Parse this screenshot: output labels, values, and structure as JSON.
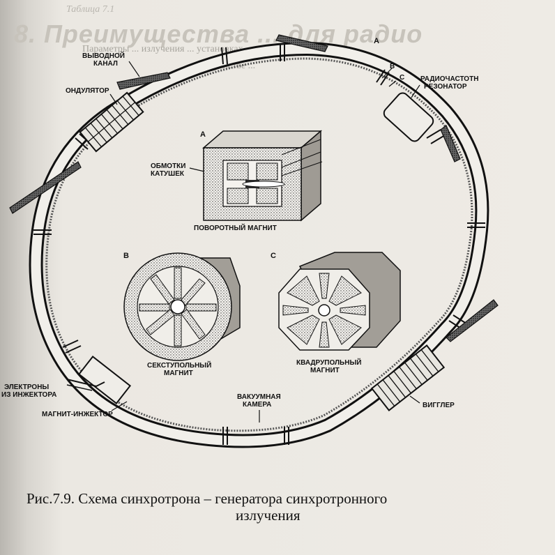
{
  "background_page": {
    "header_fragment": "Таблица 7.1",
    "title_fragment": "8. Преимущества ... для радио",
    "sub_line1": "Параметры ... излучения ... установках",
    "sub_line2": "... пространстве ..."
  },
  "labels": {
    "vyvodnoy_kanal_1": "ВЫВОДНОЙ",
    "vyvodnoy_kanal_2": "КАНАЛ",
    "ondulator": "ОНДУЛЯТОР",
    "point_a": "A",
    "point_b": "B",
    "point_c": "C",
    "rf_resonator_1": "РАДИОЧАСТОТН",
    "rf_resonator_2": "РЕЗОНАТОР",
    "inset_a": "A",
    "coil_windings_1": "ОБМОТКИ",
    "coil_windings_2": "КАТУШЕК",
    "bending_magnet": "ПОВОРОТНЫЙ МАГНИТ",
    "inset_b": "B",
    "inset_c": "C",
    "sextupole_1": "СЕКСТУПОЛЬНЫЙ",
    "sextupole_2": "МАГНИТ",
    "quadrupole_1": "КВАДРУПОЛЬНЫЙ",
    "quadrupole_2": "МАГНИТ",
    "electrons_1": "ЭЛЕКТРОНЫ",
    "electrons_2": "ИЗ ИНЖЕКТОРА",
    "injector_magnet": "МАГНИТ-ИНЖЕКТОР",
    "vacuum_chamber_1": "ВАКУУМНАЯ",
    "vacuum_chamber_2": "КАМЕРА",
    "wiggler": "ВИГГЛЕР"
  },
  "caption": {
    "line1": "Рис.7.9. Схема синхротрона – генератора синхротронного",
    "line2": "излучения"
  },
  "colors": {
    "ink": "#111111",
    "paper": "#eeebe5",
    "faded_print": "#b9b6af"
  }
}
